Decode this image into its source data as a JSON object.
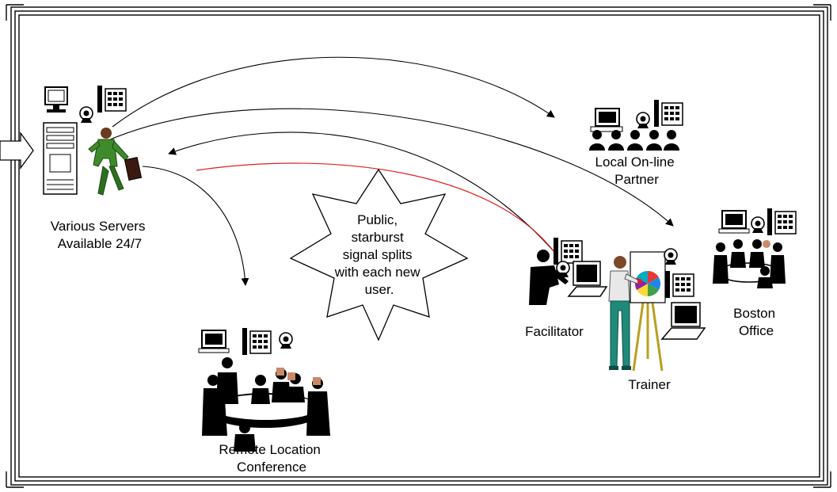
{
  "diagram": {
    "nodes": {
      "servers": {
        "lines": [
          "Various Servers",
          "Available 24/7"
        ],
        "icons": [
          "monitor-icon",
          "server-tower-icon",
          "phone-icon",
          "webcam-icon",
          "businessman-icon"
        ]
      },
      "local_partner": {
        "lines": [
          "Local On-line",
          "Partner"
        ],
        "icons": [
          "monitor-icon",
          "phone-icon",
          "webcam-icon",
          "audience-icon"
        ]
      },
      "boston": {
        "lines": [
          "Boston",
          "Office"
        ],
        "icons": [
          "monitor-icon",
          "phone-icon",
          "webcam-icon",
          "meeting-group-icon"
        ]
      },
      "remote": {
        "lines": [
          "Remote Location",
          "Conference"
        ],
        "icons": [
          "monitor-icon",
          "phone-icon",
          "webcam-icon",
          "conference-table-icon"
        ]
      },
      "facilitator": {
        "lines": [
          "Facilitator"
        ],
        "icons": [
          "laptop-icon",
          "phone-icon",
          "webcam-icon",
          "person-at-desk-icon"
        ]
      },
      "trainer": {
        "lines": [
          "Trainer"
        ],
        "icons": [
          "presenter-icon",
          "easel-pie-chart-icon",
          "laptop-icon",
          "phone-icon",
          "webcam-icon"
        ]
      }
    },
    "starburst": {
      "lines": [
        "Public,",
        "starburst",
        "signal splits",
        "with each new",
        "user."
      ]
    },
    "colors": {
      "line": "#000000",
      "signal": "#e02020",
      "pie": [
        "#e53935",
        "#1e88e5",
        "#43a047",
        "#fdd835",
        "#8e24aa",
        "#00acc1",
        "#fb8c00"
      ]
    }
  }
}
